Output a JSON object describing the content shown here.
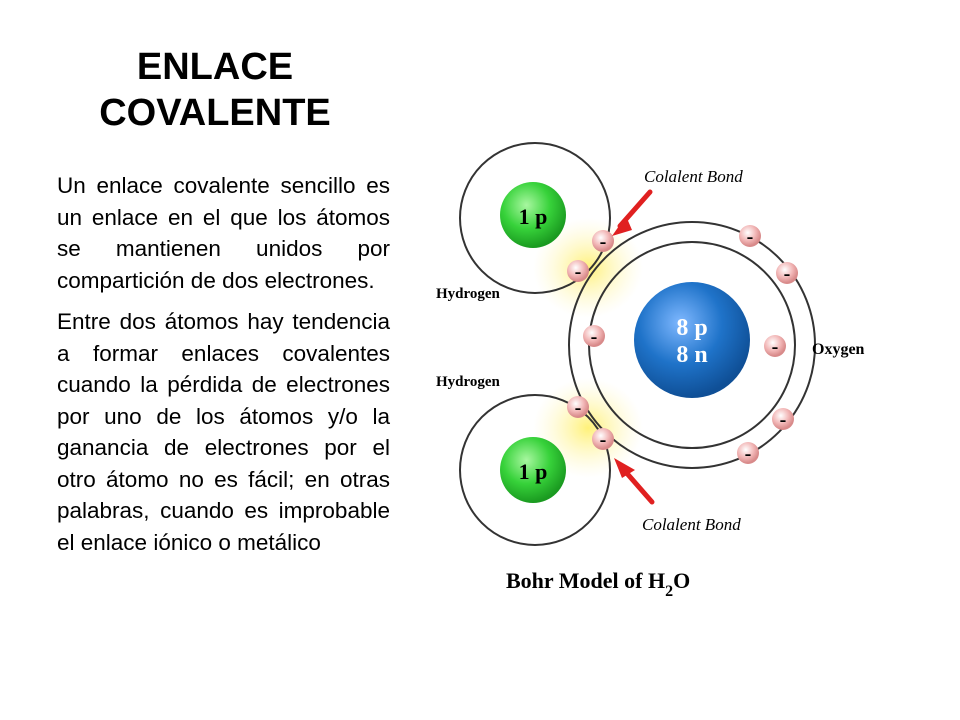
{
  "slide": {
    "title_line1": "ENLACE",
    "title_line2": "COVALENTE",
    "paragraphs": [
      "Un enlace covalente sencillo es un enlace en el que los átomos se mantienen unidos por compartición de dos electrones.",
      "Entre dos átomos hay tendencia a formar enlaces covalentes cuando la pérdida de electrones por uno de los átomos y/o la ganancia de electrones por el otro átomo no es fácil; en otras palabras, cuando es improbable el enlace iónico o metálico"
    ]
  },
  "diagram": {
    "bond_label_top": "Colalent Bond",
    "bond_label_bottom": "Colalent Bond",
    "hydrogen_label_top": "Hydrogen",
    "hydrogen_label_bottom": "Hydrogen",
    "oxygen_label": "Oxygen",
    "hydrogen_nucleus": "1 p",
    "oxygen_protons": "8 p",
    "oxygen_neutrons": "8 n",
    "electron_symbol": "-",
    "caption_prefix": "Bohr Model of H",
    "caption_subscript": "2",
    "caption_suffix": "O",
    "colors": {
      "hydrogen_nucleus": "#2ecc40",
      "oxygen_nucleus": "#1f73c9",
      "electron": "#e8a8a8",
      "arrow": "#e02020",
      "bond_glow": "#fff2a0"
    }
  }
}
